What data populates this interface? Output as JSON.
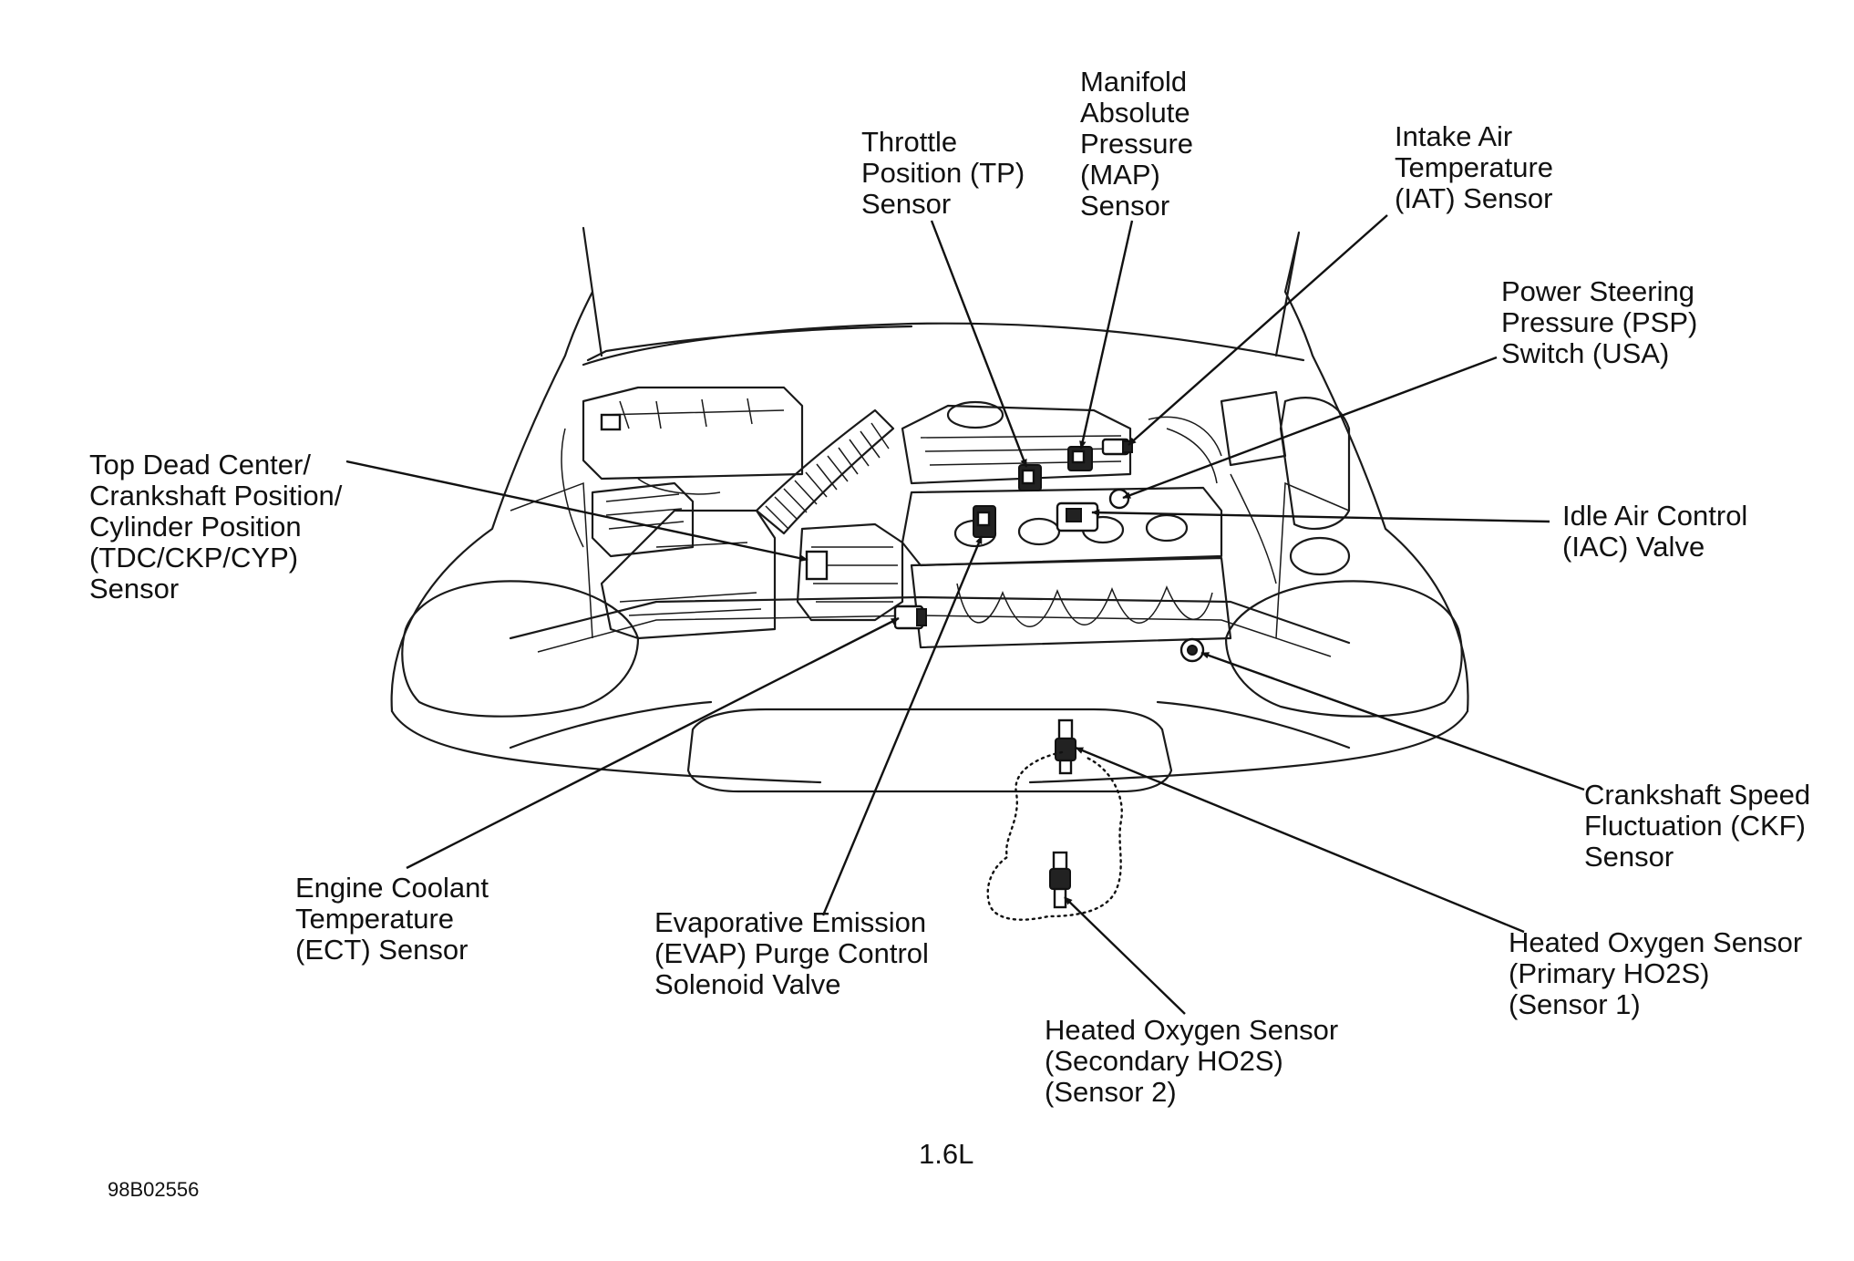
{
  "labels": {
    "throttle": [
      "Throttle",
      "Position (TP)",
      "Sensor"
    ],
    "map": [
      "Manifold",
      "Absolute",
      "Pressure",
      "(MAP)",
      "Sensor"
    ],
    "iat": [
      "Intake Air",
      "Temperature",
      "(IAT) Sensor"
    ],
    "psp": [
      "Power Steering",
      "Pressure (PSP)",
      "Switch (USA)"
    ],
    "tdc": [
      "Top Dead Center/",
      "Crankshaft Position/",
      "Cylinder Position",
      "(TDC/CKP/CYP)",
      "Sensor"
    ],
    "iac": [
      "Idle Air Control",
      "(IAC) Valve"
    ],
    "ckf": [
      "Crankshaft Speed",
      "Fluctuation (CKF)",
      "Sensor"
    ],
    "ect": [
      "Engine Coolant",
      "Temperature",
      "(ECT) Sensor"
    ],
    "evap": [
      "Evaporative Emission",
      "(EVAP) Purge Control",
      "Solenoid Valve"
    ],
    "ho2s_primary": [
      "Heated Oxygen Sensor",
      "(Primary HO2S)",
      "(Sensor 1)"
    ],
    "ho2s_secondary": [
      "Heated Oxygen Sensor",
      "(Secondary HO2S)",
      "(Sensor 2)"
    ]
  },
  "engine_size": "1.6L",
  "figure_id": "98B02556"
}
